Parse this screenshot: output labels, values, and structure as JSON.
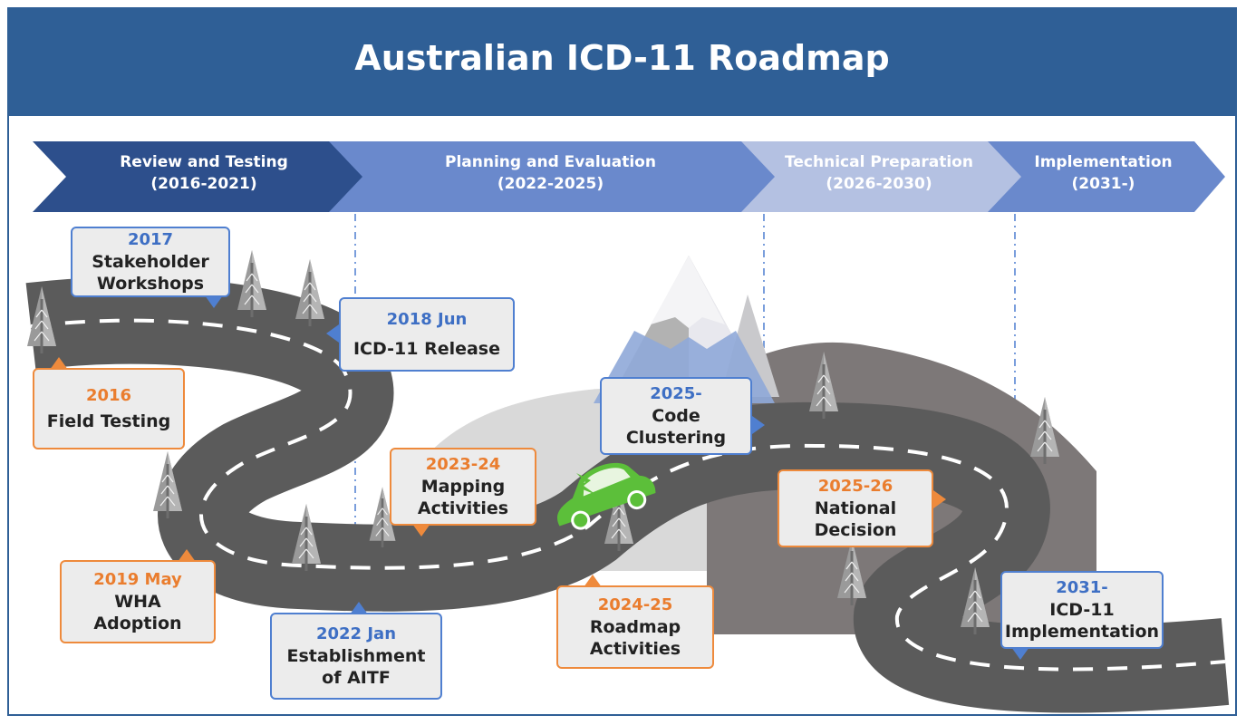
{
  "title": "Australian ICD-11 Roadmap",
  "colors": {
    "header": "#2f5f96",
    "phase_dark": "#2d4f8c",
    "phase_mid": "#6a89cc",
    "phase_light": "#b4c1e2",
    "road": "#5b5b5b",
    "accent_blue": "#4f7fd0",
    "accent_orange": "#ee8a3c",
    "car": "#5cbf3a"
  },
  "phases": [
    {
      "name": "Review and Testing",
      "years": "(2016-2021)"
    },
    {
      "name": "Planning and Evaluation",
      "years": "(2022-2025)"
    },
    {
      "name": "Technical Preparation",
      "years": "(2026-2030)"
    },
    {
      "name": "Implementation",
      "years": "(2031-)"
    }
  ],
  "milestones": [
    {
      "year": "2017",
      "event": "Stakeholder Workshops",
      "lines": [
        "Stakeholder",
        "Workshops"
      ],
      "color": "blue"
    },
    {
      "year": "2018 Jun",
      "event": "ICD-11 Release",
      "lines": [
        "ICD-11 Release"
      ],
      "color": "blue"
    },
    {
      "year": "2016",
      "event": "Field Testing",
      "lines": [
        "Field Testing"
      ],
      "color": "orange"
    },
    {
      "year": "2025-",
      "event": "Code Clustering",
      "lines": [
        "Code",
        "Clustering"
      ],
      "color": "blue"
    },
    {
      "year": "2023-24",
      "event": "Mapping Activities",
      "lines": [
        "Mapping",
        "Activities"
      ],
      "color": "orange"
    },
    {
      "year": "2025-26",
      "event": "National Decision",
      "lines": [
        "National",
        "Decision"
      ],
      "color": "orange"
    },
    {
      "year": "2019 May",
      "event": "WHA Adoption",
      "lines": [
        "WHA",
        "Adoption"
      ],
      "color": "orange"
    },
    {
      "year": "2022 Jan",
      "event": "Establishment of AITF",
      "lines": [
        "Establishment",
        "of AITF"
      ],
      "color": "blue"
    },
    {
      "year": "2024-25",
      "event": "Roadmap Activities",
      "lines": [
        "Roadmap",
        "Activities"
      ],
      "color": "orange"
    },
    {
      "year": "2031-",
      "event": "ICD-11 Implementation",
      "lines": [
        "ICD-11",
        "Implementation"
      ],
      "color": "blue"
    }
  ]
}
